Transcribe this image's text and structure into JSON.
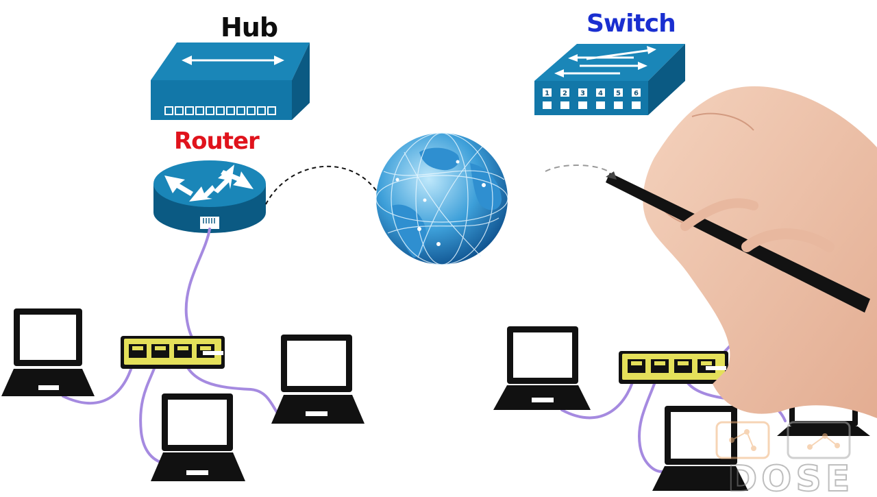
{
  "labels": {
    "hub": "Hub",
    "switch": "Switch",
    "router": "Router"
  },
  "switch_ports": [
    "1",
    "2",
    "3",
    "4",
    "5",
    "6"
  ],
  "icons": [
    "hub-icon",
    "switch-icon",
    "router-icon",
    "globe-icon",
    "laptop-icon",
    "ethernet-switch-icon",
    "hand-with-pen-icon",
    "dose-logo"
  ],
  "watermark": "DOSE",
  "colors": {
    "device_teal": "#1277a8",
    "device_dark": "#0b5a83",
    "cable_purple": "#a58ae0",
    "switch_body_yellow": "#e4e05a",
    "laptop_black": "#111111",
    "hub_title": "#0d0d0d",
    "switch_title": "#1a2fd0",
    "router_title": "#e0131c"
  }
}
